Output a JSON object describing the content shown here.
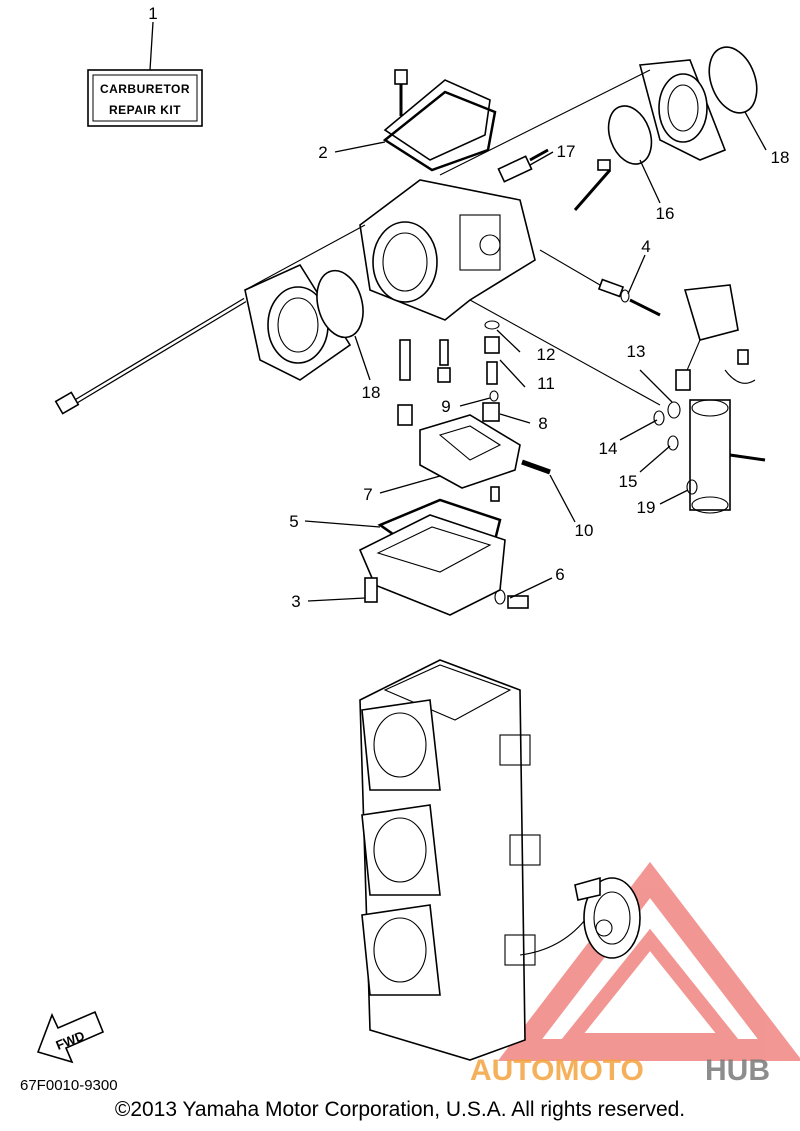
{
  "kit_label": {
    "line1": "CARBURETOR",
    "line2": "REPAIR  KIT"
  },
  "callouts": [
    "1",
    "2",
    "3",
    "4",
    "5",
    "6",
    "7",
    "8",
    "9",
    "10",
    "11",
    "12",
    "13",
    "14",
    "15",
    "16",
    "17",
    "18",
    "18",
    "19"
  ],
  "direction_label": "FWD",
  "drawing_code": "67F0010-9300",
  "copyright": "©2013 Yamaha Motor Corporation, U.S.A. All rights reserved.",
  "watermark": {
    "part1": "AUTOMOTO",
    "part2": "HUB"
  },
  "colors": {
    "watermark_red": "#e8423c",
    "watermark_orange": "#f4a340",
    "watermark_gray": "#7a7a7a"
  }
}
